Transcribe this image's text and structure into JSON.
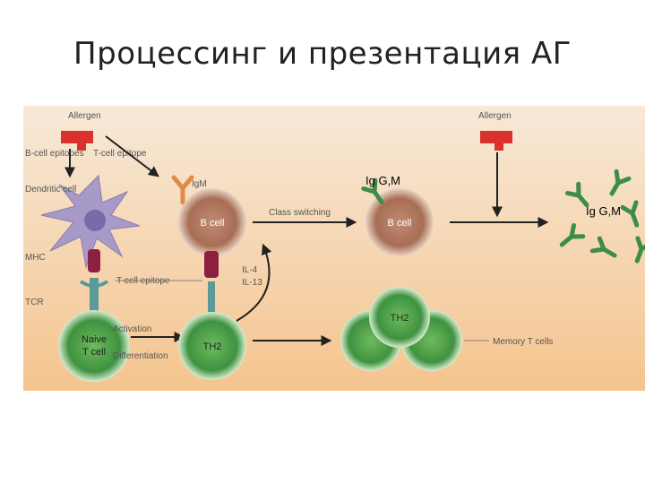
{
  "title": "Процессинг и презентация АГ",
  "diagram": {
    "labels": {
      "allergen_left": "Allergen",
      "allergen_right": "Allergen",
      "b_cell_epitopes": "B-cell epitopes",
      "t_cell_epitope_top": "T-cell epitope",
      "dendritic_cell": "Dendritic cell",
      "mhc": "MHC",
      "tcr": "TCR",
      "igm": "IgM",
      "b_cell_left": "B cell",
      "b_cell_right": "B cell",
      "class_switching": "Class switching",
      "il4": "IL-4",
      "il13": "IL-13",
      "t_cell_epitope_mid": "T-cell epitope",
      "activation": "Activation",
      "differentiation": "Differentiation",
      "naive_t_cell_1": "Naive",
      "naive_t_cell_2": "T cell",
      "th2": "TH2",
      "memory_t_cells": "Memory T cells"
    },
    "overlays": {
      "ig_b_cell": "Ig G,M",
      "ig_right": "Ig G,M"
    },
    "colors": {
      "panel_top": "#f6e6d3",
      "panel_bottom": "#f5c998",
      "allergen": "#d8322b",
      "b_cell": "#b9836a",
      "t_cell": "#4da04c",
      "dendritic": "#a89ac8",
      "antibody_green": "#3e8d46",
      "igm_orange": "#e18b46"
    }
  }
}
